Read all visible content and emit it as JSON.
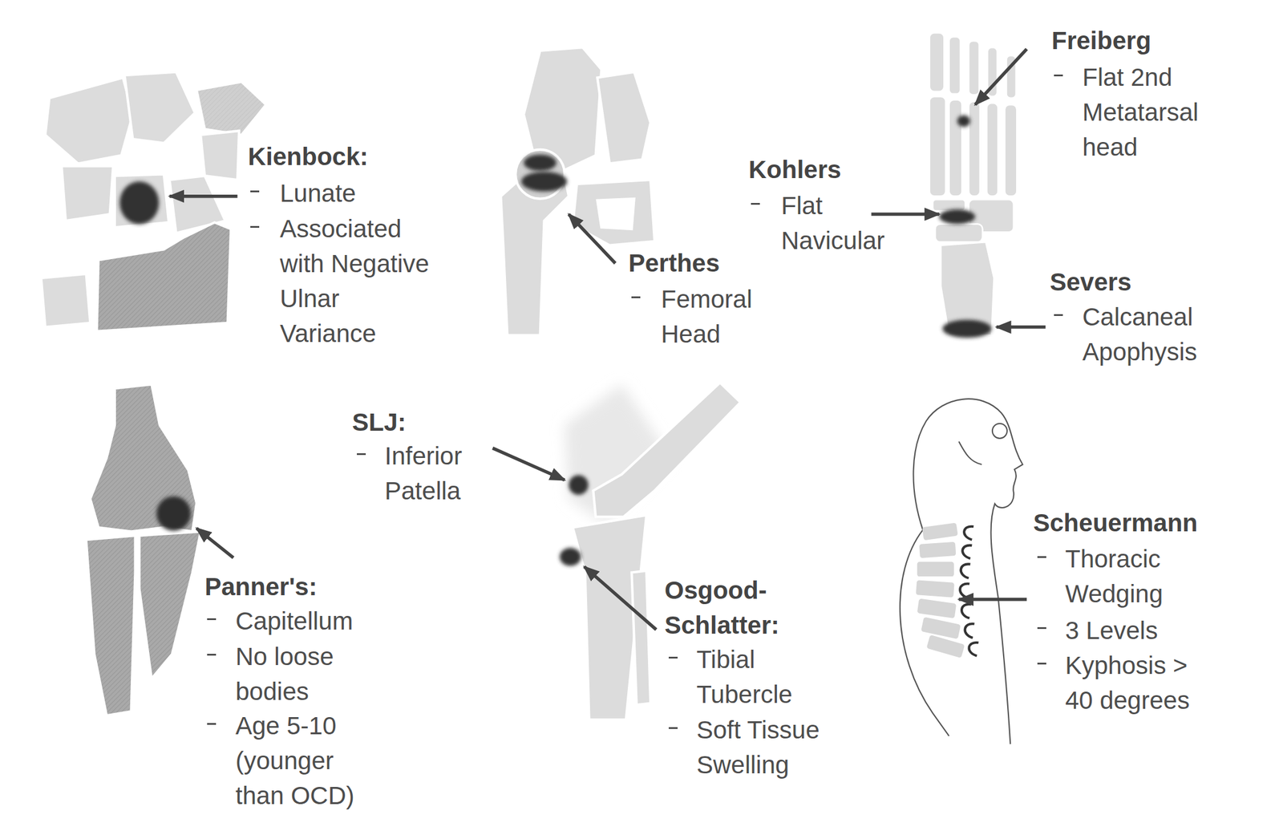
{
  "diagram": {
    "labels": [
      "Kienbock:",
      "Lunate",
      "Associated with Negative Ulnar Variance",
      "Perthes",
      "Femoral Head",
      "Freiberg",
      "Flat 2nd Metatarsal head",
      "Kohlers",
      "Flat Navicular",
      "Severs",
      "Calcaneal Apophysis",
      "Panner's:",
      "Capitellum",
      "No loose bodies",
      "Age 5-10 (younger than OCD)",
      "SLJ:",
      "Inferior Patella",
      "Osgood-Schlatter:",
      "Tibial Tubercle",
      "Soft Tissue Swelling",
      "Scheuermann",
      "Thoracic Wedging",
      "3 Levels",
      "Kyphosis > 40 degrees"
    ]
  }
}
